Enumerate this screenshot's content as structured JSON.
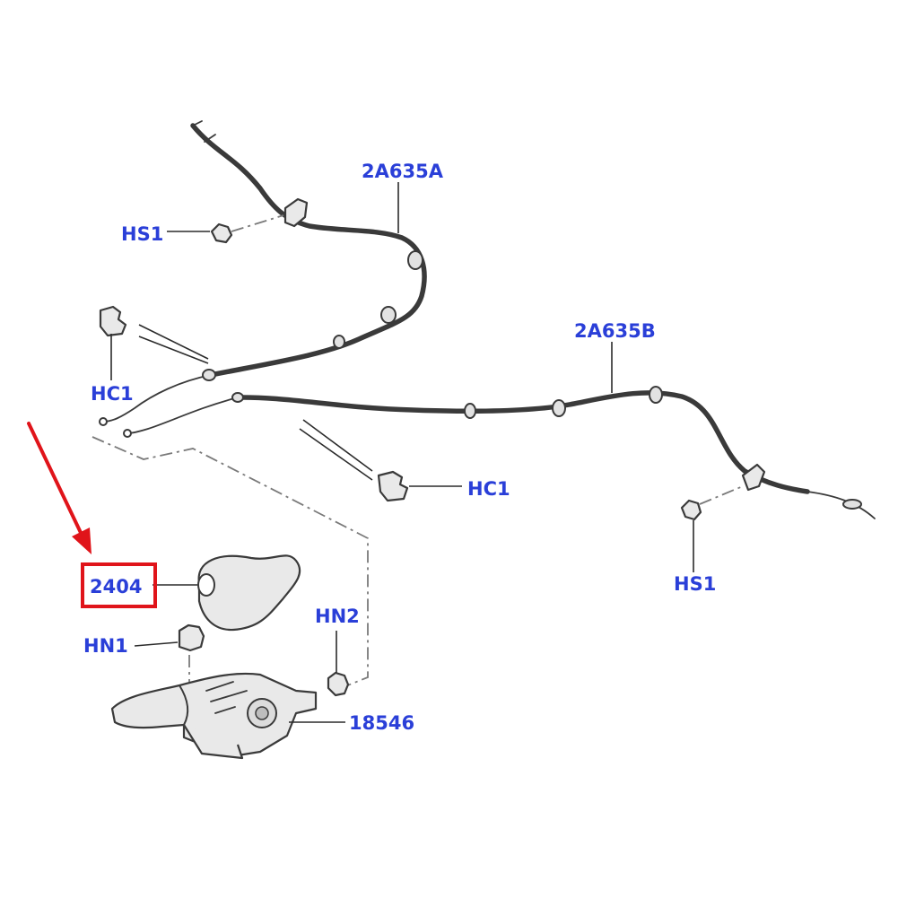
{
  "callouts": {
    "cable_front": "2A635A",
    "cable_rear": "2A635B",
    "clip_hs1_left": "HS1",
    "clip_hs1_right": "HS1",
    "clip_hc1_left": "HC1",
    "clip_hc1_right": "HC1",
    "boot": "2404",
    "nut_hn1": "HN1",
    "nut_hn2": "HN2",
    "lever": "18546"
  },
  "highlight": {
    "target": "2404",
    "box_color": "#e0141a",
    "arrow_color": "#e0141a"
  },
  "colors": {
    "callout_text": "#2a3fd8",
    "line_art": "#3a3a3a"
  }
}
